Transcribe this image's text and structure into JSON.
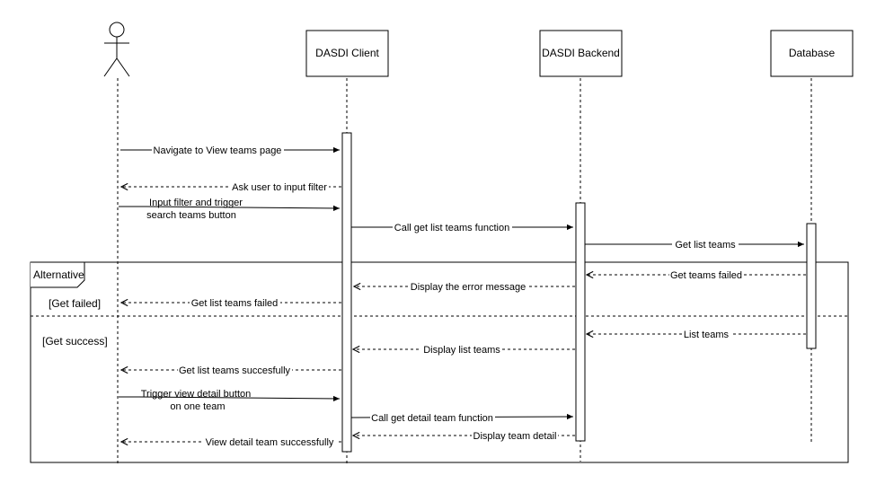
{
  "participants": {
    "client": "DASDI Client",
    "backend": "DASDI Backend",
    "database": "Database"
  },
  "fragment": {
    "label": "Alternative",
    "guard_failed": "[Get failed]",
    "guard_success": "[Get success]"
  },
  "messages": {
    "m1": "Navigate to View teams page",
    "m2": "Ask user to input filter",
    "m3_line1": "Input filter and trigger",
    "m3_line2": "search teams button",
    "m4": "Call get list teams function",
    "m5": "Get list teams",
    "m6": "Get teams failed",
    "m7": "Display the error message",
    "m8": "Get list teams failed",
    "m9": "List teams",
    "m10": "Display list teams",
    "m11": "Get list teams succesfully",
    "m12_line1": "Trigger view detail button",
    "m12_line2": "on one team",
    "m13": "Call get detail team function",
    "m14": "Display team detail",
    "m15": "View detail team successfully"
  }
}
